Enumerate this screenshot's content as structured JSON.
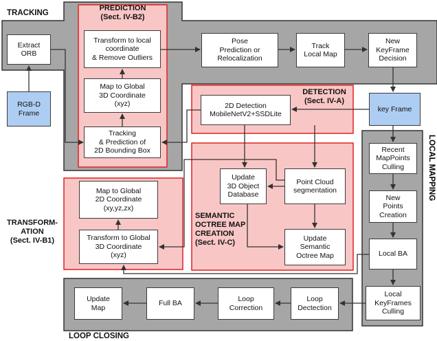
{
  "regions": {
    "tracking": "TRACKING",
    "prediction": "PREDICTION\n(Sect. IV-B2)",
    "detection": "DETECTION\n(Sect. IV-A)",
    "transformation": "TRANSFORM-\nATION\n(Sect. IV-B1)",
    "semantic": "SEMANTIC\nOCTREE MAP\nCREATION\n(Sect. IV-C)",
    "local_mapping": "LOCAL MAPPING",
    "loop_closing": "LOOP CLOSING"
  },
  "nodes": {
    "extract_orb": "Extract\nORB",
    "rgbd_frame": "RGB-D\nFrame",
    "transform_local": "Transform to local\ncoordinate\n& Remove Outliers",
    "map_global_xyz": "Map to Global\n3D Coordinate\n(xyz)",
    "tracking_prediction": "Tracking\n& Prediction of\n2D Bounding Box",
    "pose_prediction": "Pose\nPrediction or\nRelocalization",
    "track_local_map": "Track\nLocal Map",
    "new_keyframe": "New\nKeyFrame\nDecision",
    "key_frame": "key Frame",
    "detection_2d": "2D Detection\nMobileNetV2+SSDLite",
    "update_3d_db": "Update\n3D Object\nDatabase",
    "point_cloud_seg": "Point Cloud\nsegmentation",
    "update_octree": "Update\nSemantic\nOctree Map",
    "map_global_2d": "Map to Global\n2D Coordinate\n(xy,yz,zx)",
    "transform_global": "Transform to Global\n3D Coordinate\n(xyz)",
    "recent_mappoints": "Recent\nMapPoints\nCulling",
    "new_points": "New\nPoints\nCreation",
    "local_ba": "Local BA",
    "local_kf_culling": "Local\nKeyFrames\nCulling",
    "loop_detection": "Loop\nDectection",
    "loop_correction": "Loop\nCorrection",
    "full_ba": "Full BA",
    "update_map": "Update\nMap"
  },
  "colors": {
    "gray_region": "#a6a6a6",
    "pink_region": "#f9c6c6",
    "red_border": "#e02020",
    "blue_box": "#aecdf2",
    "arrow": "#333333"
  }
}
